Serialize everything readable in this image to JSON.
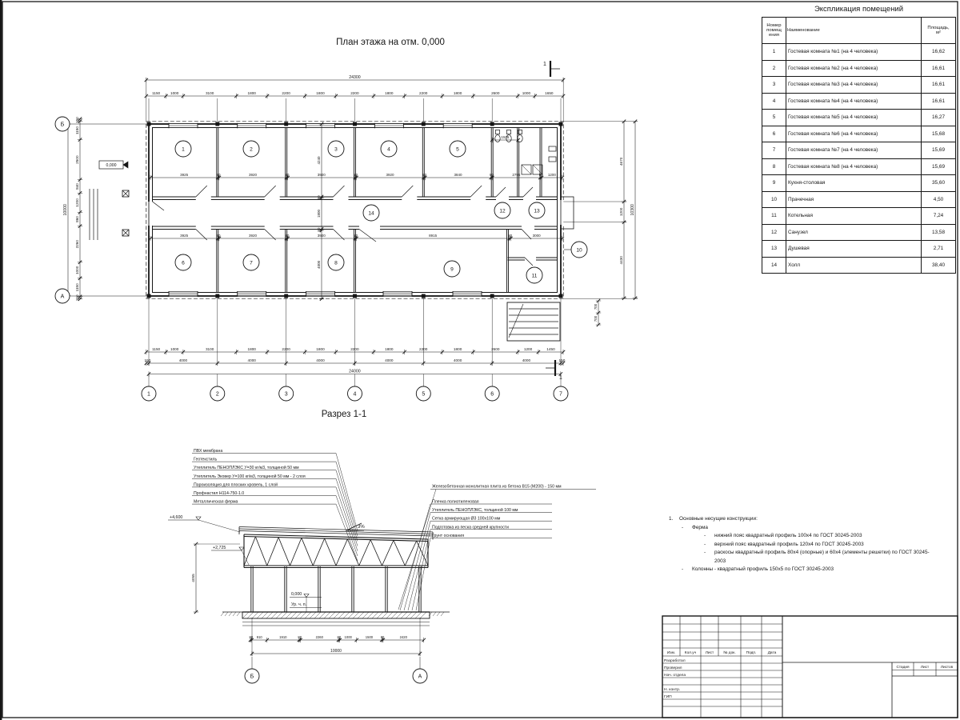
{
  "sheet": {
    "ink": "#161616",
    "background": "#ffffff"
  },
  "plan": {
    "title": "План этажа на отм. 0,000",
    "axis_cols": [
      "1",
      "2",
      "3",
      "4",
      "5",
      "6",
      "7"
    ],
    "axis_row_top": "Б",
    "axis_row_bottom": "А",
    "rooms": [
      "1",
      "2",
      "3",
      "4",
      "5",
      "6",
      "7",
      "8",
      "9",
      "10",
      "11",
      "12",
      "13",
      "14"
    ],
    "dim_top": [
      1150,
      1000,
      3100,
      1800,
      2200,
      1800,
      2200,
      1800,
      2200,
      1800,
      2600,
      1000,
      1650
    ],
    "dim_top_total": 24300,
    "dim_bottom1": [
      1150,
      1000,
      3100,
      1800,
      2200,
      1800,
      2200,
      1800,
      2200,
      1800,
      2600,
      1200,
      1450
    ],
    "dim_bottom2": [
      150,
      4000,
      4000,
      4000,
      4000,
      4000,
      4000,
      150
    ],
    "dim_bottom_total": 24000,
    "dim_stair": [
      700,
      700
    ],
    "dim_left": [
      150,
      1150,
      2500,
      840,
      1200,
      860,
      2260,
      1000,
      1150,
      150
    ],
    "dim_left_total": 10000,
    "dim_right": [
      4670,
      1200,
      4430
    ],
    "dim_right_total": 10300,
    "dim_inner_top": [
      3925,
      80,
      3920,
      80,
      3920,
      80,
      3920,
      80,
      3840,
      80,
      2795,
      80,
      1200
    ],
    "dim_inner_bottom": [
      3925,
      80,
      3920,
      80,
      3920,
      80,
      8915,
      80,
      3000
    ],
    "dim_inner_vert": [
      4240,
      80,
      1800,
      80,
      4000
    ],
    "dim_wc": [
      1515
    ],
    "elev_zero": "0,000",
    "section_mark": "1"
  },
  "section": {
    "title": "Разрез 1-1",
    "roof_callouts": [
      "ПВХ мембрана",
      "Геотекстиль",
      "Утеплитель ПЕНОПЛЭКС У=30 кг/м3, толщиной 50 мм",
      "Утеплитель Эковер У=100 кг/м3, толщиной 50 мм - 2 слоя",
      "Пароизоляция для плоских кровель, 1 слой",
      "Профнастил Н114-750-1.0",
      "Металлическая ферма"
    ],
    "slab_callout": "Железобетонная монолитная плита из бетона В15 (М200) - 150 мм",
    "floor_callouts": [
      "Пленка полиэтиленовая",
      "Утеплитель ПЕНОПЛЭКС, толщиной 100 мм",
      "Сетка армирующая Ø3 100х100 мм",
      "Подготовка из песка средней крупности",
      "Грунт основания"
    ],
    "elev_roof": "+4,600",
    "elev_truss": "+2,725",
    "elev_floor": "0,000",
    "floor_label": "Ур. ч. п.",
    "slope": "3%",
    "dim_height": 4055,
    "dim_bottom": [
      80,
      910,
      1910,
      80,
      2260,
      80,
      1000,
      1500,
      80,
      2420
    ],
    "dim_total": 10000,
    "axis_left": "Б",
    "axis_right": "А"
  },
  "schedule": {
    "title": "Экспликация помещений",
    "col_number": "Номер\nпомещ\nения",
    "col_name": "Наименование",
    "col_area": "Площадь,\nм²",
    "rows": [
      [
        "1",
        "Гостевая комната №1 (на 4 человека)",
        "16,62"
      ],
      [
        "2",
        "Гостевая комната №2 (на 4 человека)",
        "16,61"
      ],
      [
        "3",
        "Гостевая комната №3 (на 4 человека)",
        "16,61"
      ],
      [
        "4",
        "Гостевая комната №4 (на 4 человека)",
        "16,61"
      ],
      [
        "5",
        "Гостевая комната №5 (на 4 человека)",
        "16,27"
      ],
      [
        "6",
        "Гостевая комната №6 (на 4 человека)",
        "15,68"
      ],
      [
        "7",
        "Гостевая комната №7 (на 4 человека)",
        "15,69"
      ],
      [
        "8",
        "Гостевая комната №8 (на 4 человека)",
        "15,69"
      ],
      [
        "9",
        "Кухня-столовая",
        "35,60"
      ],
      [
        "10",
        "Прачечная",
        "4,50"
      ],
      [
        "11",
        "Котельная",
        "7,24"
      ],
      [
        "12",
        "Санузел",
        "13,58"
      ],
      [
        "13",
        "Душевая",
        "2,71"
      ],
      [
        "14",
        "Холл",
        "38,40"
      ]
    ]
  },
  "notes": {
    "items": [
      {
        "ind": 0,
        "num": "1.",
        "text": "Основные несущие конструкции:"
      },
      {
        "ind": 1,
        "num": "-",
        "text": "Ферма"
      },
      {
        "ind": 2,
        "num": "-",
        "text": "нижний пояс квадратный профиль 100х4 по ГОСТ 30245-2003"
      },
      {
        "ind": 2,
        "num": "-",
        "text": "верхний пояс квадратный профиль 120х4 по ГОСТ 30245-2003"
      },
      {
        "ind": 2,
        "num": "-",
        "text": "раскосы квадратный профиль 80х4 (опорные) и 60х4 (элементы решетки) по ГОСТ 30245-2003"
      },
      {
        "ind": 1,
        "num": "-",
        "text": "Колонны - квадратный профиль 150х5 по ГОСТ 30245-2003"
      }
    ]
  },
  "titleblock": {
    "header_cols": [
      "Изм.",
      "Кол.уч",
      "Лист",
      "№ док.",
      "Подп.",
      "Дата"
    ],
    "roles": [
      "Разработал",
      "Проверил",
      "Нач. отдела",
      "",
      "Н. контр.",
      "ГИП"
    ],
    "stage_cols": [
      "Стадия",
      "Лист",
      "Листов"
    ]
  }
}
